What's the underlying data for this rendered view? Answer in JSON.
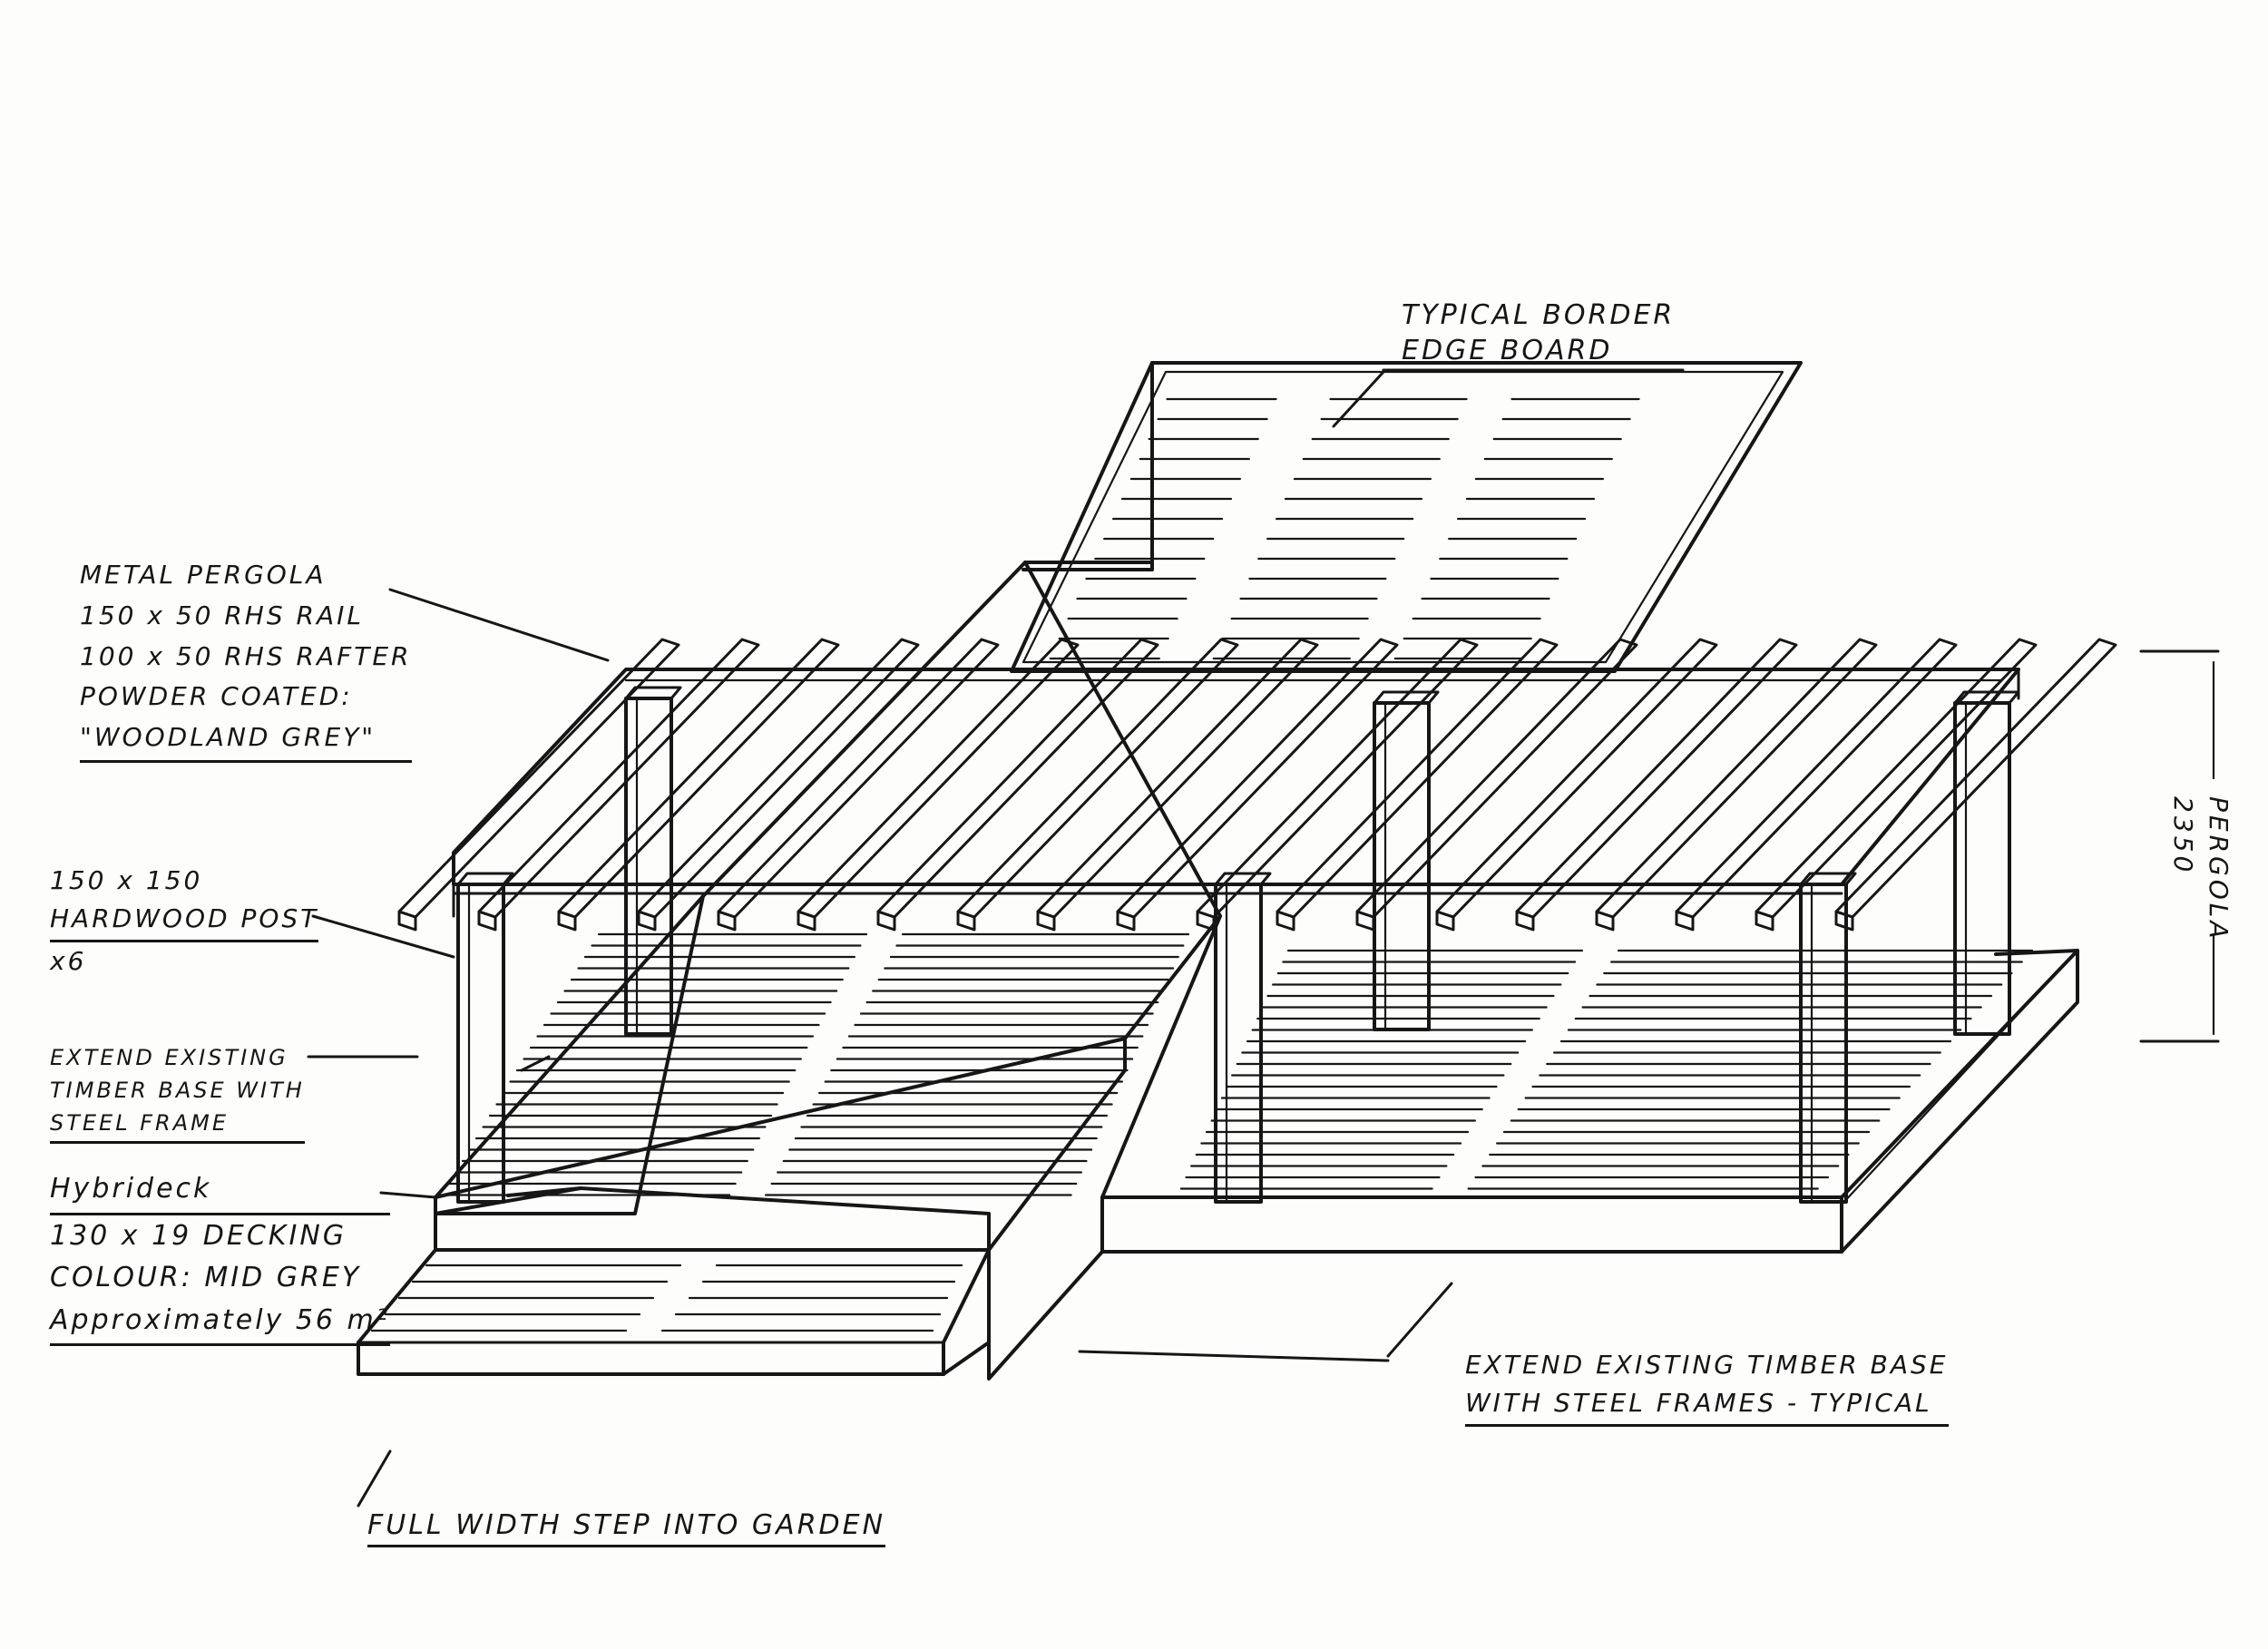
{
  "labels": {
    "border_edge": [
      "TYPICAL BORDER",
      "EDGE BOARD"
    ],
    "pergola_spec": [
      "METAL PERGOLA",
      "150 x 50 RHS RAIL",
      "100 x 50 RHS RAFTER",
      "POWDER COATED:",
      "\"WOODLAND GREY\""
    ],
    "post_spec": [
      "150 x 150",
      "HARDWOOD POST",
      "x6"
    ],
    "extend_base_left": [
      "EXTEND EXISTING",
      "TIMBER BASE WITH",
      "STEEL FRAME"
    ],
    "decking_spec": [
      "Hybrideck",
      "130 x 19 DECKING",
      "COLOUR: MID GREY",
      "Approximately 56 m²"
    ],
    "extend_base_right": [
      "EXTEND EXISTING TIMBER BASE",
      "WITH STEEL FRAMES - TYPICAL"
    ],
    "step_note": "FULL WIDTH STEP INTO GARDEN",
    "pergola_height": [
      "PERGOLA",
      "2350"
    ]
  }
}
